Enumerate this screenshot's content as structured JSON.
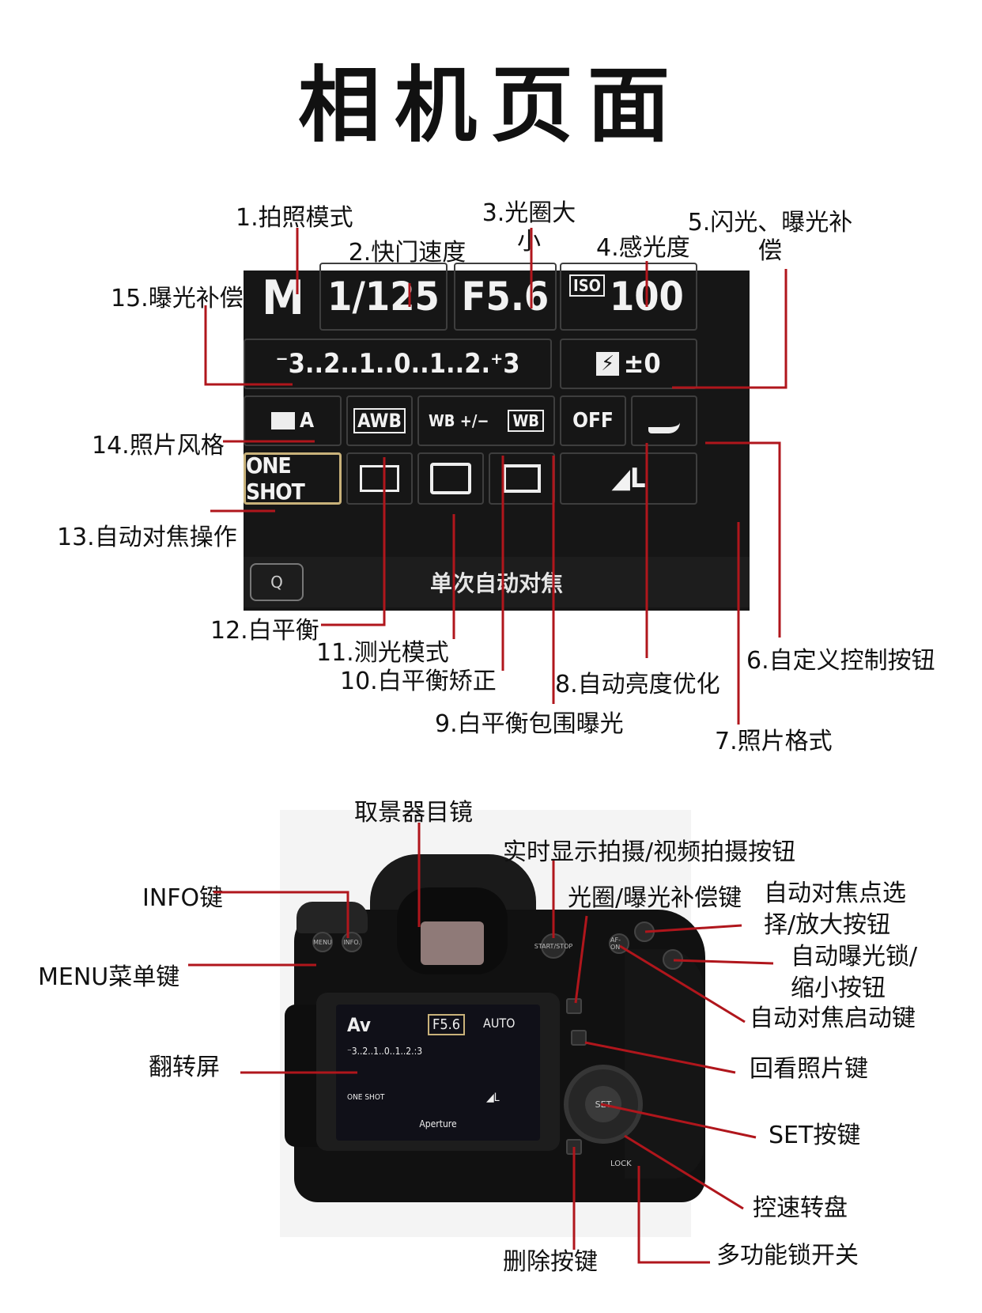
{
  "title": "相机页面",
  "screen": {
    "mode": "M",
    "shutter": "1/125",
    "aperture": "F5.6",
    "iso_icon": "ISO",
    "iso": "100",
    "exposure_scale": "⁻3..2..1..0..1..2.⁺3",
    "flash_comp": "±0",
    "flash_icon": "⚡",
    "style": "A",
    "wb": "AWB",
    "wb_shift": "WB +/−",
    "wb_bracket": "WB",
    "alo": "OFF",
    "custom_icon": "custom-controls-icon",
    "af_mode": "ONE SHOT",
    "quality": "◢L",
    "status": "单次自动对焦",
    "q_label": "Q"
  },
  "labels": {
    "l1": "1.拍照模式",
    "l2": "2.快门速度",
    "l3": "3.光圈大小",
    "l4": "4.感光度",
    "l5": "5.闪光、曝光补偿",
    "l6": "6.自定义控制按钮",
    "l7": "7.照片格式",
    "l8": "8.自动亮度优化",
    "l9": "9.白平衡包围曝光",
    "l10": "10.白平衡矫正",
    "l11": "11.测光模式",
    "l12": "12.白平衡",
    "l13": "13.自动对焦操作",
    "l14": "14.照片风格",
    "l15": "15.曝光补偿"
  },
  "camera_labels": {
    "viewfinder": "取景器目镜",
    "liveview": "实时显示拍摄/视频拍摄按钮",
    "info": "INFO键",
    "aperture_comp": "光圈/曝光补偿键",
    "af_point": "自动对焦点选择/放大按钮",
    "ae_lock": "自动曝光锁/缩小按钮",
    "menu": "MENU菜单键",
    "af_on": "自动对焦启动键",
    "flip": "翻转屏",
    "playback": "回看照片键",
    "set": "SET按键",
    "dial": "控速转盘",
    "delete": "删除按键",
    "lock": "多功能锁开关"
  },
  "camera_lcd": {
    "mode": "Av",
    "aperture": "F5.6",
    "iso": "AUTO",
    "scale": "⁻3..2..1..0..1..2.:3",
    "af": "ONE SHOT",
    "status": "Aperture",
    "quality": "◢L"
  },
  "camera_buttons": {
    "menu": "MENU",
    "info": "INFO.",
    "set": "SET",
    "afon": "AF-ON",
    "lock": "LOCK",
    "start": "START/STOP"
  }
}
